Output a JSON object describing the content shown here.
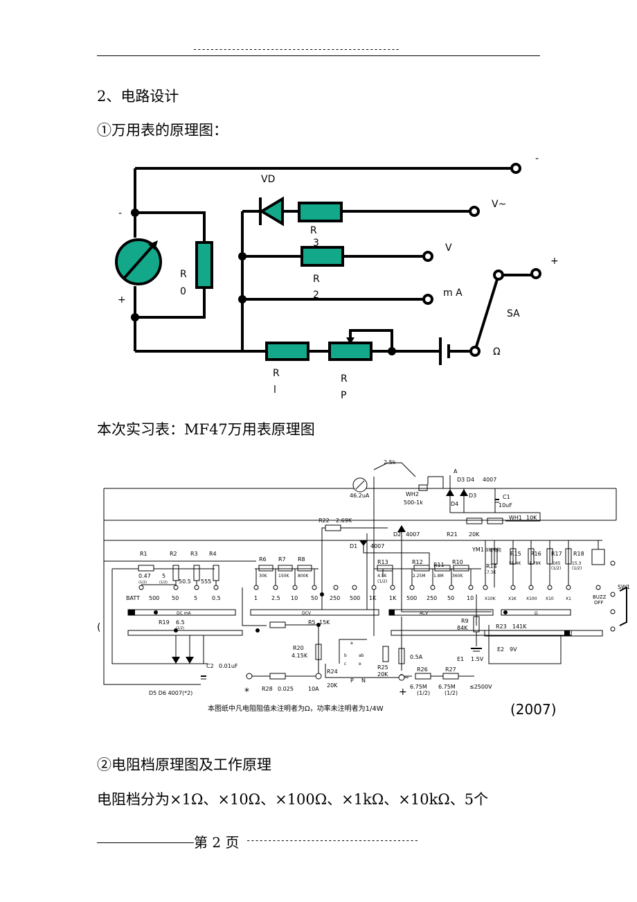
{
  "header": {
    "dashes": "------------------------------------------------"
  },
  "section_title": "2、电路设计",
  "subtitle1": "①万用表的原理图：",
  "diagram1": {
    "labels": {
      "neg_top": "-",
      "vd": "VD",
      "v_ac": "V~",
      "r3": [
        "R",
        "3"
      ],
      "v": "V",
      "r2": [
        "R",
        "2"
      ],
      "ma": "m A",
      "r0": [
        "R",
        "0"
      ],
      "meter_minus": "-",
      "meter_plus": "+",
      "plus_right": "+",
      "sa": "SA",
      "ohm": "Ω",
      "r1": [
        "R",
        "l"
      ],
      "rp": [
        "R",
        "P"
      ]
    },
    "colors": {
      "component_fill": "#13a88a",
      "wire": "#000000"
    }
  },
  "caption_mf47": "本次实习表：MF47万用表原理图",
  "mf47": {
    "top": {
      "r_25k": "2.5k",
      "meter": "46.2uA",
      "wh2": "WH2",
      "wh2_val": "500-1k",
      "a": "A",
      "d3d4": "D3 D4",
      "d_type": "4007",
      "d3": "D3",
      "d4": "D4",
      "c1": "C1",
      "c1_val": "10uF",
      "wh1": "WH1",
      "wh1_val": "10K",
      "r22": "R22",
      "r22_val": "2.69K",
      "r21": "R21",
      "r21_val": "20K",
      "d2": "D2",
      "d2_val": "4007",
      "d1": "D1",
      "d1_val": "4007",
      "ym1": "YM1",
      "ym1_note": "压敏电阻"
    },
    "dc_ma": {
      "r1": "R1",
      "r2": "R2",
      "r3": "R3",
      "r4": "R4",
      "r1_val": "0.47",
      "r1_pow": "(1/2)",
      "r2_val": "5",
      "r2_pow": "(1/2)",
      "r3_val": "50.5",
      "r4_val": "555",
      "ranges": [
        "BATT",
        "500",
        "50",
        "5",
        "0.5"
      ]
    },
    "dcv": {
      "r6": "R6",
      "r7": "R7",
      "r8": "R8",
      "r6_val": "30K",
      "r7_val": "150K",
      "r8_val": "800K",
      "ranges": [
        "1",
        "2.5",
        "10",
        "50",
        "250",
        "500",
        "1K"
      ]
    },
    "acv": {
      "r13": "R13",
      "r13_val": "4.5K",
      "r13_pow": "(1/2)",
      "r12": "R12",
      "r12_val": "2.25M",
      "r11": "R11",
      "r11_val": "1.8M",
      "r10": "R10",
      "r10_val": "360K",
      "ranges": [
        "1K",
        "500",
        "250",
        "50",
        "10"
      ]
    },
    "ohm": {
      "r14": "R14",
      "r14_val": "17.3K",
      "r15": "R15",
      "r15_val": "55.4K",
      "r16": "R16",
      "r16_val": "1.78K",
      "r17": "R17",
      "r17_val": "165",
      "r17_pow": "(1/2)",
      "r18": "R18",
      "r18_val": "15.3",
      "r18_pow": "(1/2)",
      "ranges": [
        "X10K",
        "X1K",
        "X100",
        "X10",
        "X1"
      ],
      "buzz": "BUZZ",
      "off": "OFF",
      "sw1": "SW1"
    },
    "bars": {
      "dc_ma": "DC mA",
      "dcv": "DCV",
      "acv": "ACV",
      "ohm": "Ω"
    },
    "bottom": {
      "r19": "R19",
      "r19_val": "6.5",
      "r19_pow": "(1/2)",
      "r5": "R5",
      "r5_val": "15K",
      "r9": "R9",
      "r9_val": "84K",
      "r23": "R23",
      "r23_val": "141K",
      "e2": "E2",
      "e2_val": "9V",
      "e1": "E1",
      "e1_val": "1.5V",
      "r20": "R20",
      "r20_val": "4.15K",
      "fuse": "0.5A",
      "c2": "C2",
      "c2_val": "0.01uF",
      "r24": "R24",
      "r24_val": "20K",
      "r25": "R25",
      "r25_val": "20K",
      "p": "P",
      "n": "N",
      "d5d6": "D5 D6 4007(*2)",
      "star": "*",
      "r28": "R28",
      "r28_val": "0.025",
      "ten_a": "10A",
      "plus": "+",
      "r26": "R26",
      "r26_val": "6.75M",
      "r26_pow": "(1/2)",
      "r27": "R27",
      "r27_val": "6.75M",
      "r27_pow": "(1/2)",
      "v2500": "≤2500V",
      "sw_a": "a",
      "sw_b": "b",
      "sw_c": "c",
      "sw_e": "e",
      "sw_ab": "ab"
    },
    "paren": "(",
    "note": "本图纸中凡电阻阻值未注明者为Ω，功率未注明者为1/4W",
    "year": "(2007)"
  },
  "subtitle2": "②电阻档原理图及工作原理",
  "body_text": "电阻档分为×1Ω、×10Ω、×100Ω、×1kΩ、×10kΩ、5个",
  "footer": {
    "page": "第 2 页",
    "dashes": "----------------------------------------"
  }
}
